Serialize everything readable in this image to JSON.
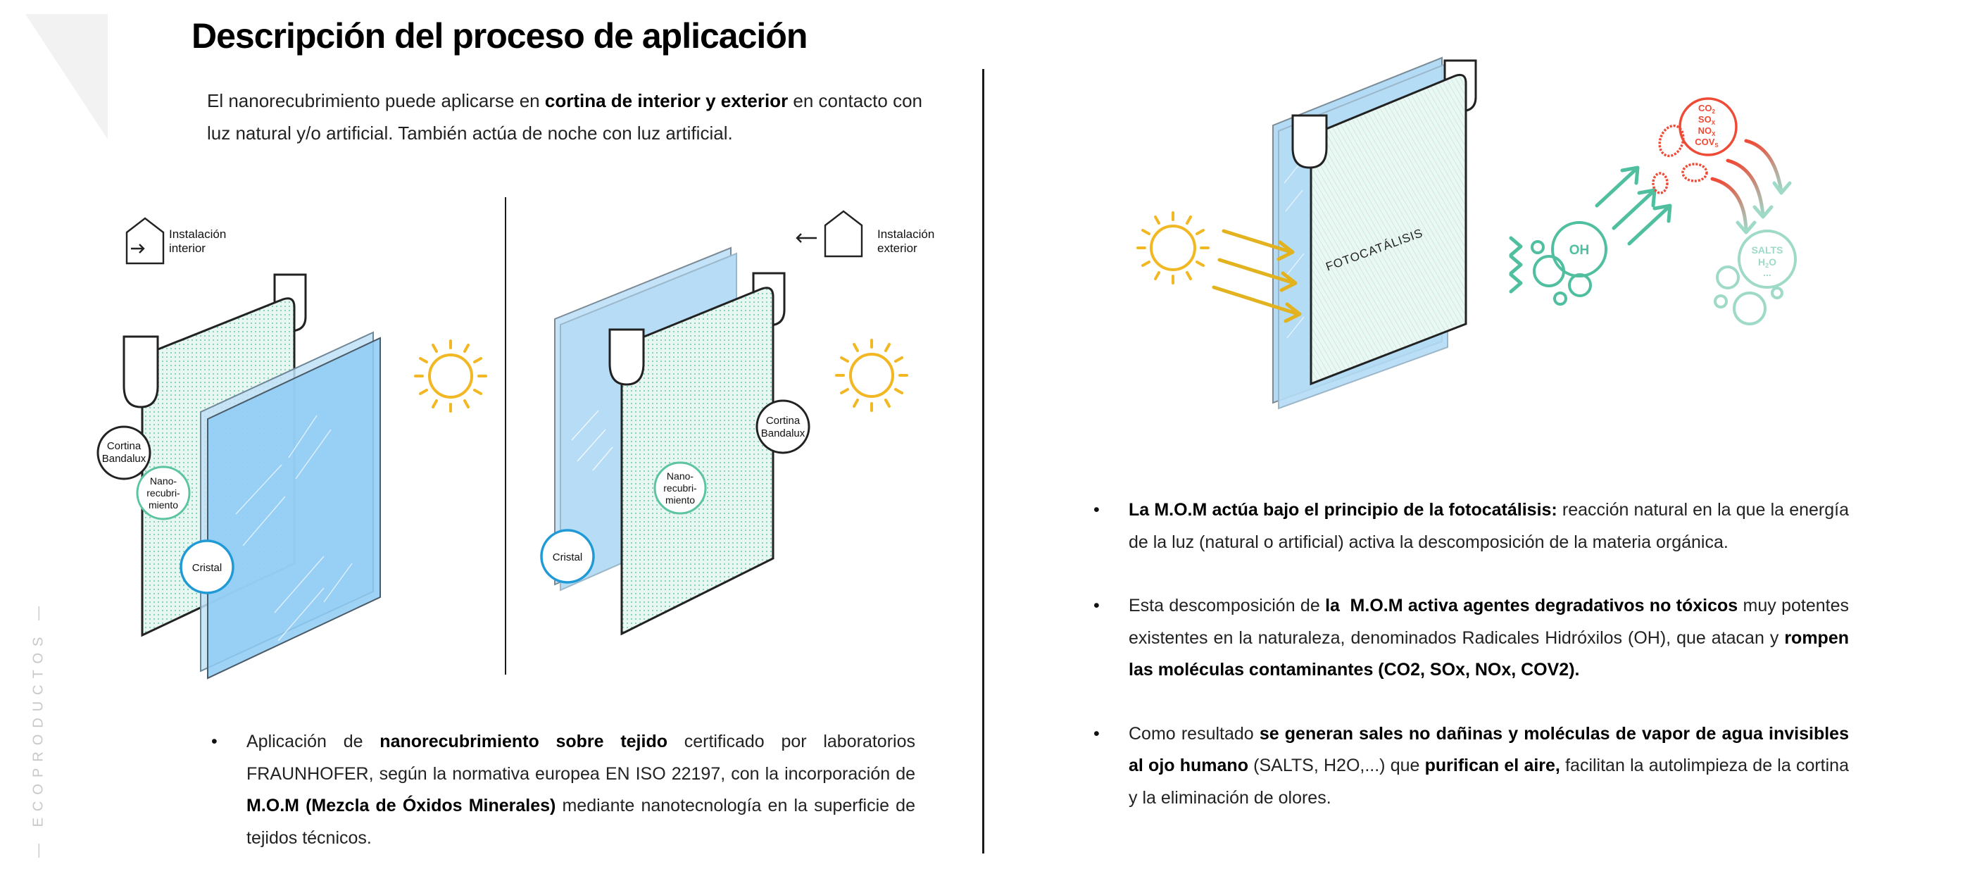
{
  "page": {
    "title": "Descripción del proceso de aplicación",
    "side_tag": "ECOPRODUCTOS",
    "intro": {
      "part1": "El nanorecubrimiento puede aplicarse en ",
      "bold1": "cortina de interior y exterior",
      "part2": " en contacto con luz natural y/o artificial. También actúa de noche con luz artificial."
    }
  },
  "diagram_interior": {
    "install_label_line1": "Instalación",
    "install_label_line2": "interior",
    "icon": "house-arrow-in-icon",
    "labels": {
      "curtain_line1": "Cortina",
      "curtain_line2": "Bandalux",
      "nano_line1": "Nano-",
      "nano_line2": "recubri-",
      "nano_line3": "miento",
      "glass": "Cristal"
    },
    "sun_icon": "sun-icon"
  },
  "diagram_exterior": {
    "install_label_line1": "Instalación",
    "install_label_line2": "exterior",
    "icon": "house-arrow-out-icon",
    "labels": {
      "curtain_line1": "Cortina",
      "curtain_line2": "Bandalux",
      "nano_line1": "Nano-",
      "nano_line2": "recubri-",
      "nano_line3": "miento",
      "glass": "Cristal"
    },
    "sun_icon": "sun-icon"
  },
  "diagram_photocatalysis": {
    "curtain_label": "FOTOCATÁLISIS",
    "oh_label": "OH",
    "pollutants": [
      "CO",
      "SO",
      "NO",
      "COV"
    ],
    "pollutant_subscripts": [
      "2",
      "X",
      "X",
      "S"
    ],
    "result_line1": "SALTS",
    "result_line2": "H",
    "result_line2_sub": "2",
    "result_line2_end": "O",
    "result_line3": "...",
    "colors": {
      "sun": "#f2b824",
      "oh": "#4fbf9f",
      "pollutant": "#ef4a35",
      "result": "#9fdac9",
      "glass": "#b3dcf5",
      "glass_dark": "#8ec9f2",
      "curtain": "#e6f5ef"
    }
  },
  "bullets_left": [
    {
      "t1": "Aplicación de ",
      "b1": "nanorecubrimiento sobre tejido",
      "t2": " certificado por laboratorios FRAUNHOFER, según la normativa europea EN ISO 22197, con la incorporación de ",
      "b2": "M.O.M (Mezcla de Óxidos Minerales)",
      "t3": " mediante nanotecnología en la superficie de tejidos técnicos."
    }
  ],
  "bullets_right": [
    {
      "t1": "",
      "b1": "La M.O.M actúa bajo el principio de la fotocatálisis:",
      "t2": " reacción natural en la que la energía de la luz (natural o artificial) activa la descomposición de la materia orgánica.",
      "b2": "",
      "t3": ""
    },
    {
      "t1": "Esta descomposición de ",
      "b1": "la  M.O.M activa agentes degradativos no tóxicos",
      "t2": " muy potentes existentes en la naturaleza, denominados Radicales Hidróxilos (OH), que atacan y ",
      "b2": "rompen las moléculas contaminantes (CO2, SOx, NOx, COV2).",
      "t3": ""
    },
    {
      "t1": "Como resultado ",
      "b1": "se generan sales no dañinas y moléculas de vapor de agua invisibles al ojo humano",
      "t2": " (SALTS, H2O,...) que ",
      "b2": "purifican el aire,",
      "t3": " facilitan la autolimpieza de la cortina y la eliminación de olores."
    }
  ]
}
